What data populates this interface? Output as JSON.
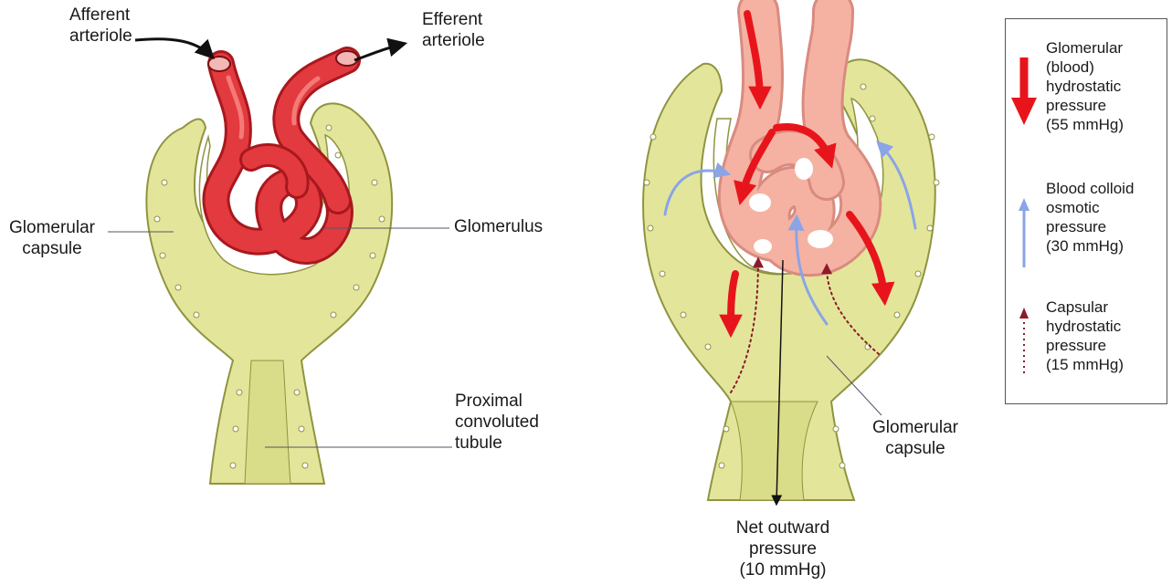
{
  "left_panel": {
    "afferent": [
      "Afferent",
      "arteriole"
    ],
    "efferent": [
      "Efferent",
      "arteriole"
    ],
    "glomerular_capsule": [
      "Glomerular",
      "capsule"
    ],
    "glomerulus": "Glomerulus",
    "pct": [
      "Proximal",
      "convoluted",
      "tubule"
    ]
  },
  "right_panel": {
    "glomerular_capsule": [
      "Glomerular",
      "capsule"
    ],
    "net_outward": [
      "Net outward",
      "pressure",
      "(10 mmHg)"
    ]
  },
  "legend": {
    "items": [
      {
        "lines": [
          "Glomerular",
          "(blood)",
          "hydrostatic",
          "pressure",
          "(55 mmHg)"
        ],
        "color": "#e8141c",
        "style": "thick-arrow-down"
      },
      {
        "lines": [
          "Blood colloid",
          "osmotic",
          "pressure",
          "(30 mmHg)"
        ],
        "color": "#8aa4e8",
        "style": "thin-arrow-up"
      },
      {
        "lines": [
          "Capsular",
          "hydrostatic",
          "pressure",
          "(15 mmHg)"
        ],
        "color": "#8b1a2a",
        "style": "dotted-arrow-up"
      }
    ]
  },
  "colors": {
    "capsule_fill": "#e3e69a",
    "capsule_edge": "#8f9440",
    "vessel_red": "#e23a3e",
    "vessel_pink": "#f5b2a2",
    "hydrostatic_arrow": "#e8141c",
    "osmotic_arrow": "#8aa4e8",
    "capsular_arrow": "#8b1a2a"
  }
}
